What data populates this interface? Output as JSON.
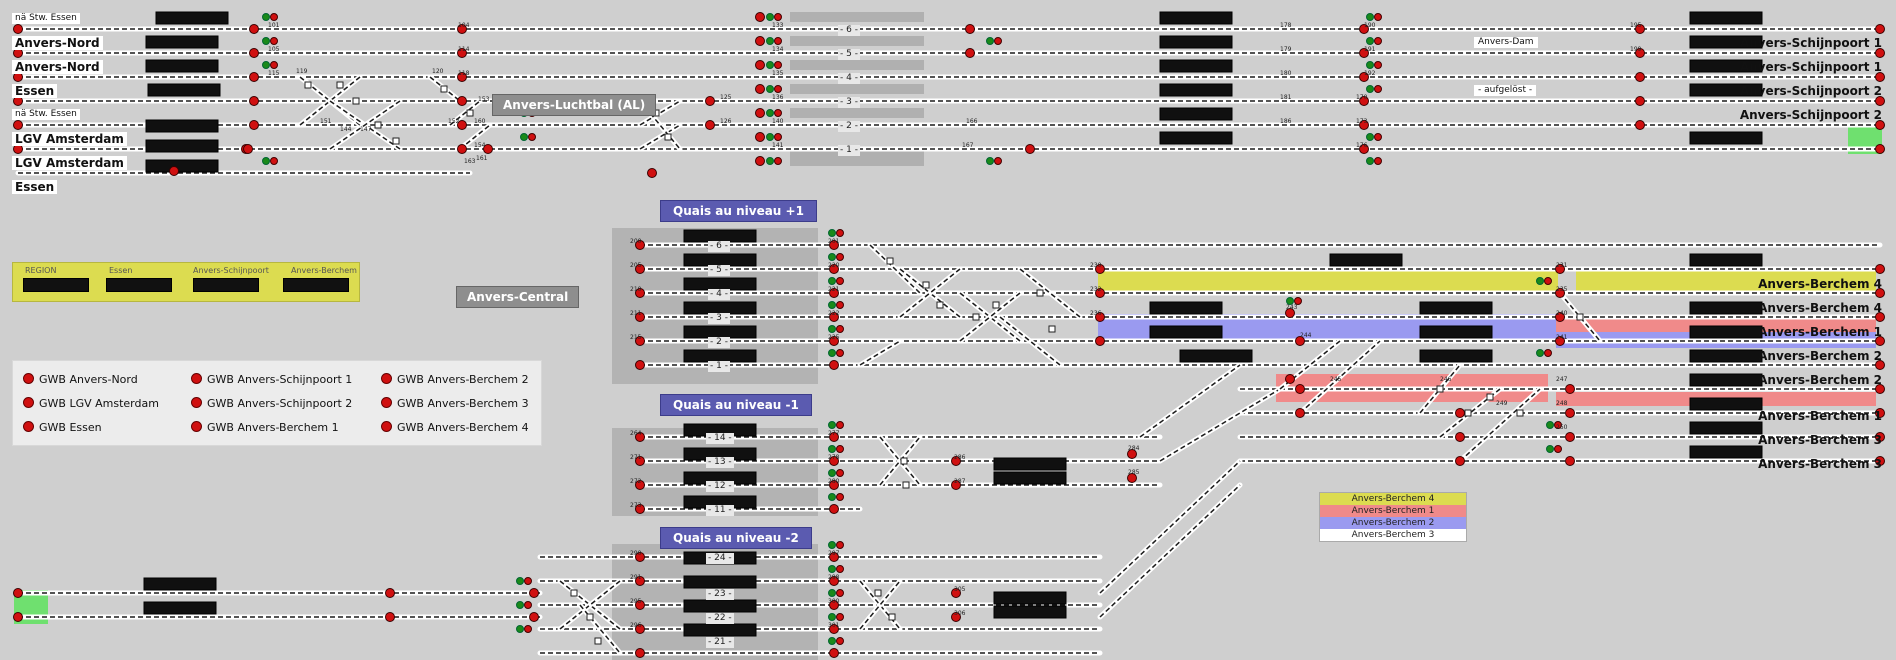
{
  "endpoints_left": [
    "nä Stw. Essen",
    "Anvers-Nord",
    "Anvers-Nord",
    "Essen",
    "nä Stw. Essen",
    "LGV Amsterdam",
    "LGV Amsterdam",
    "Essen"
  ],
  "endpoints_right": [
    "Anvers-Schijnpoort 1",
    "Anvers-Schijnpoort 1",
    "Anvers-Schijnpoort 2",
    "Anvers-Schijnpoort 2",
    "Anvers-Berchem 4",
    "Anvers-Berchem 4",
    "Anvers-Berchem 1",
    "Anvers-Berchem 2",
    "Anvers-Berchem 2",
    "Anvers-Berchem 1",
    "Anvers-Berchem 3",
    "Anvers-Berchem 3"
  ],
  "stations": {
    "luchtbal": "Anvers-Luchtbal (AL)",
    "central": "Anvers-Central"
  },
  "quais": {
    "plus1": "Quais au niveau +1",
    "minus1": "Quais au niveau -1",
    "minus2": "Quais au niveau -2"
  },
  "notes": {
    "dam": "Anvers-Dam",
    "aufgeloest": "- aufgelöst -"
  },
  "platforms_top": [
    "- 6 -",
    "- 5 -",
    "- 4 -",
    "- 3 -",
    "- 2 -",
    "- 1 -"
  ],
  "platforms_plus1": [
    "- 6 -",
    "- 5 -",
    "- 4 -",
    "- 3 -",
    "- 2 -",
    "- 1 -"
  ],
  "platforms_minus1": [
    "- 14 -",
    "- 13 -",
    "- 12 -",
    "- 11 -"
  ],
  "platforms_minus2": [
    "- 24 -",
    "- 23 -",
    "- 22 -",
    "- 21 -"
  ],
  "region_panel": {
    "headers": [
      "REGION",
      "Essen",
      "Anvers-Schijnpoort",
      "Anvers-Berchem"
    ]
  },
  "gwb": [
    "GWB Anvers-Nord",
    "GWB LGV Amsterdam",
    "GWB Essen",
    "GWB Anvers-Schijnpoort 1",
    "GWB Anvers-Schijnpoort 2",
    "GWB Anvers-Berchem 1",
    "GWB Anvers-Berchem 2",
    "GWB Anvers-Berchem 3",
    "GWB Anvers-Berchem 4"
  ],
  "legend": [
    {
      "label": "Anvers-Berchem 4",
      "color": "#dcdc50"
    },
    {
      "label": "Anvers-Berchem 1",
      "color": "#f08a8a"
    },
    {
      "label": "Anvers-Berchem 2",
      "color": "#9a9af0"
    },
    {
      "label": "Anvers-Berchem 3",
      "color": "#ffffff"
    }
  ],
  "signal_numbers": [
    "101",
    "104",
    "105",
    "114",
    "115",
    "118",
    "119",
    "120",
    "125",
    "126",
    "133",
    "134",
    "135",
    "136",
    "140",
    "141",
    "144",
    "147",
    "151",
    "152",
    "153",
    "154",
    "160",
    "161",
    "163",
    "166",
    "167",
    "170",
    "173",
    "176",
    "178",
    "179",
    "180",
    "181",
    "186",
    "190",
    "191",
    "192",
    "195",
    "199",
    "200",
    "201",
    "205",
    "210",
    "211",
    "215",
    "220",
    "221",
    "222",
    "225",
    "230",
    "231",
    "232",
    "235",
    "236",
    "240",
    "241",
    "243",
    "244",
    "245",
    "246",
    "247",
    "248",
    "249",
    "250",
    "264",
    "271",
    "272",
    "273",
    "277",
    "278",
    "280",
    "284",
    "285",
    "286",
    "287",
    "290",
    "291",
    "295",
    "296",
    "297",
    "298",
    "300",
    "301",
    "305",
    "306"
  ],
  "colors": {
    "background": "#cfcfcf",
    "track": "#ffffff",
    "signal_red": "#d01010",
    "signal_green": "#1a8a1a",
    "occupied_green": "#6fe06f"
  }
}
